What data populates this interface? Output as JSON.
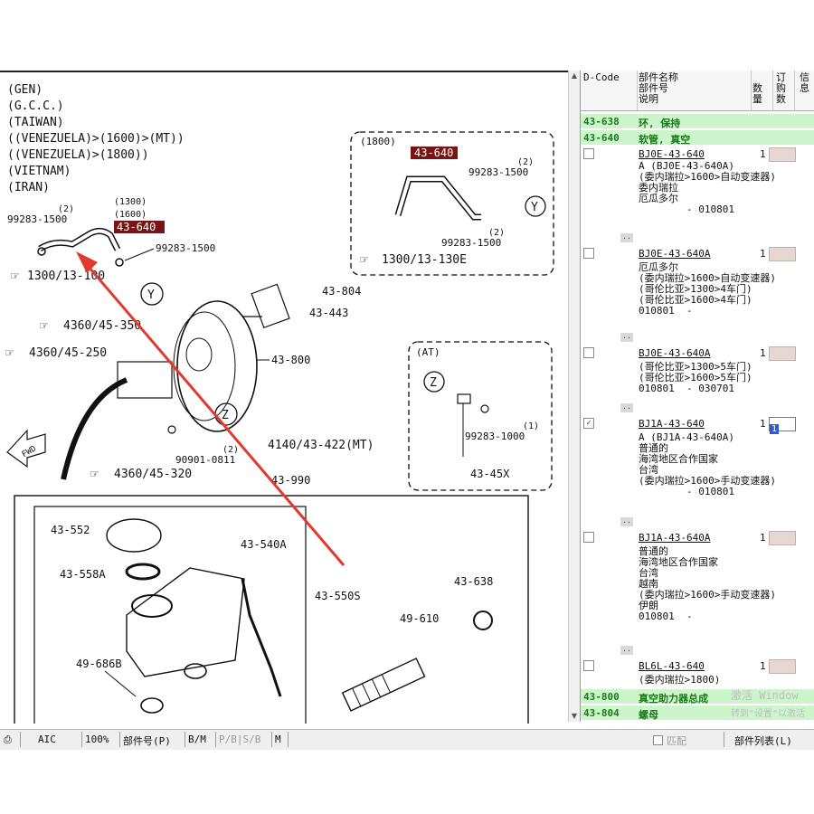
{
  "diagram": {
    "markets": [
      "(GEN)",
      "(G.C.C.)",
      "(TAIWAN)",
      "((VENEZUELA)>(1600)>(MT))",
      "((VENEZUELA)>(1800))",
      "(VIETNAM)",
      "(IRAN)"
    ],
    "callouts": {
      "c1300_top": "(1300)",
      "c1600_top": "(1600)",
      "hl_main": "43-640",
      "hose_clamp_left": "99283-1500",
      "hose_clamp_left_q": "(2)",
      "hose_clamp_mid": "99283-1500",
      "ref_1300_left": "1300/13-100",
      "bolt_804": "43-804",
      "gasket_443": "43-443",
      "ref_4360_a": "4360/45-350",
      "ref_4360_b": "4360/45-250",
      "booster_800": "43-800",
      "nut_909": "90901-0811",
      "nut_909_q": "(2)",
      "ref_4140": "4140/43-422(MT)",
      "ref_4360_c": "4360/45-320",
      "fwd": "FWD",
      "circle_y": "Y",
      "circle_z": "Z",
      "box1800_title": "(1800)",
      "hl_box": "43-640",
      "box_clamp_a": "99283-1500",
      "box_clamp_a_q": "(2)",
      "box_clamp_b": "99283-1500",
      "box_clamp_b_q": "(2)",
      "box_ref": "1300/13-130E",
      "at_title": "(AT)",
      "at_clamp": "99283-1000",
      "at_clamp_q": "(1)",
      "at_hose": "43-45X",
      "asm_990": "43-990",
      "cap_552": "43-552",
      "seal_558a": "43-558A",
      "hose_540a": "43-540A",
      "res_550s": "43-550S",
      "ring_638": "43-638",
      "kit_610": "49-610",
      "kit_686b": "49-686B"
    }
  },
  "parts_list": {
    "headers": {
      "dcode": "D-Code",
      "name_lines": [
        "部件名称",
        "部件号",
        "说明"
      ],
      "qty_lines": [
        "数",
        "量"
      ],
      "order_lines": [
        "订",
        "购",
        "数"
      ],
      "info_lines": [
        "信",
        "息"
      ]
    },
    "group_rows": [
      {
        "code": "43-638",
        "name": "环, 保持"
      },
      {
        "code": "43-640",
        "name": "软管, 真空"
      }
    ],
    "items": [
      {
        "code": "BJ0E-43-640",
        "qty": "1",
        "checked": false,
        "order": "",
        "desc": "A (BJ0E-43-640A)\n(委内瑞拉>1600>自动变速器)\n委内瑞拉\n厄瓜多尔\n        - 010801"
      },
      {
        "code": "BJ0E-43-640A",
        "qty": "1",
        "checked": false,
        "order": "",
        "desc": "厄瓜多尔\n(委内瑞拉>1600>自动变速器)\n(哥伦比亚>1300>4车门)\n(哥伦比亚>1600>4车门)\n010801  -"
      },
      {
        "code": "BJ0E-43-640A",
        "qty": "1",
        "checked": false,
        "order": "",
        "desc": "(哥伦比亚>1300>5车门)\n(哥伦比亚>1600>5车门)\n010801  - 030701"
      },
      {
        "code": "BJ1A-43-640",
        "qty": "1",
        "checked": true,
        "order": "1",
        "desc": "A (BJ1A-43-640A)\n普通的\n海湾地区合作国家\n台湾\n(委内瑞拉>1600>手动变速器)\n        - 010801"
      },
      {
        "code": "BJ1A-43-640A",
        "qty": "1",
        "checked": false,
        "order": "",
        "desc": "普通的\n海湾地区合作国家\n台湾\n越南\n(委内瑞拉>1600>手动变速器)\n伊朗\n010801  -"
      },
      {
        "code": "BL6L-43-640",
        "qty": "1",
        "checked": false,
        "order": "",
        "desc": "(委内瑞拉>1800)"
      }
    ],
    "footer_rows": [
      {
        "code": "43-800",
        "name": "真空助力器总成"
      },
      {
        "code": "43-804",
        "name": "螺母"
      }
    ],
    "watermark_line1": "激活 Window",
    "watermark_line2": "转到\"设置\"以激活"
  },
  "statusbar": {
    "mode": "AIC",
    "zoom": "100%",
    "part_no_btn": "部件号(P)",
    "bm": "B/M",
    "psb": "P/B|S/B",
    "m": "M",
    "match_label": "匹配",
    "parts_list_btn": "部件列表(L)"
  },
  "colors": {
    "highlight_bg": "#7a1414",
    "highlight_text": "#ffffff",
    "arrow": "#e03a2e",
    "group_row_bg": "#ccf5cc",
    "group_row_text": "#1a7a1a",
    "qty_box": "#e6d7d2"
  }
}
